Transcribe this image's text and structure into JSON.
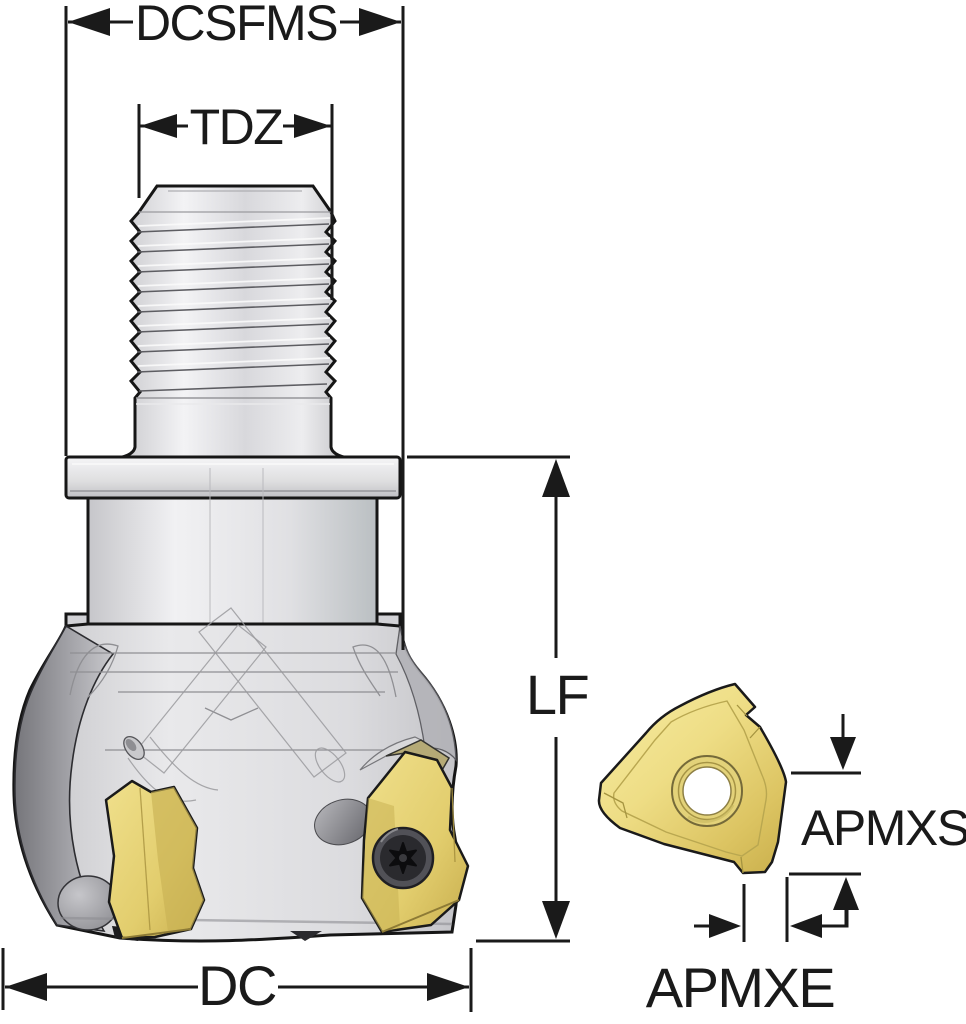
{
  "diagram": {
    "type": "technical-dimension-drawing",
    "subject": "threaded-shank milling cutter with indexable inserts",
    "labels": {
      "dcsfms": "DCSFMS",
      "tdz": "TDZ",
      "lf": "LF",
      "dc": "DC",
      "apmxs": "APMXS",
      "apmxe": "APMXE"
    },
    "colors": {
      "background": "#FFFFFF",
      "outline": "#161616",
      "dimension": "#1A1A1A",
      "metal_light": "#F0F0F2",
      "metal_mid": "#D6D6DA",
      "metal_dark": "#85858A",
      "insert_yellow": "#EEDD85",
      "insert_shadow": "#CDB350",
      "screw_dark": "#1B1B1D"
    }
  }
}
